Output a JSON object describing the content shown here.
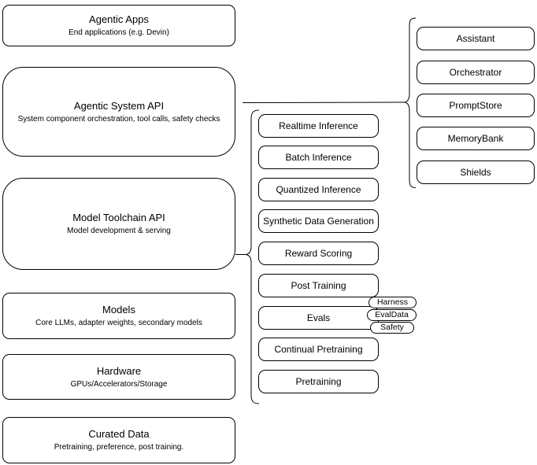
{
  "diagram": {
    "background_color": "#ffffff",
    "stroke_color": "#000000",
    "left_stack": [
      {
        "title": "Agentic Apps",
        "subtitle": "End applications (e.g. Devin)"
      },
      {
        "title": "Agentic System API",
        "subtitle": "System component orchestration, tool calls, safety checks"
      },
      {
        "title": "Model Toolchain API",
        "subtitle": "Model development & serving"
      },
      {
        "title": "Models",
        "subtitle": "Core LLMs, adapter weights, secondary models"
      },
      {
        "title": "Hardware",
        "subtitle": "GPUs/Accelerators/Storage"
      },
      {
        "title": "Curated Data",
        "subtitle": "Pretraining, preference, post training."
      }
    ],
    "toolchain_items": [
      {
        "label": "Realtime Inference"
      },
      {
        "label": "Batch Inference"
      },
      {
        "label": "Quantized Inference"
      },
      {
        "label": "Synthetic Data Generation"
      },
      {
        "label": "Reward Scoring"
      },
      {
        "label": "Post Training"
      },
      {
        "label": "Evals"
      },
      {
        "label": "Continual Pretraining"
      },
      {
        "label": "Pretraining"
      }
    ],
    "evals_tags": [
      {
        "label": "Harness"
      },
      {
        "label": "EvalData"
      },
      {
        "label": "Safety"
      }
    ],
    "system_components": [
      {
        "label": "Assistant"
      },
      {
        "label": "Orchestrator"
      },
      {
        "label": "PromptStore"
      },
      {
        "label": "MemoryBank"
      },
      {
        "label": "Shields"
      }
    ]
  }
}
